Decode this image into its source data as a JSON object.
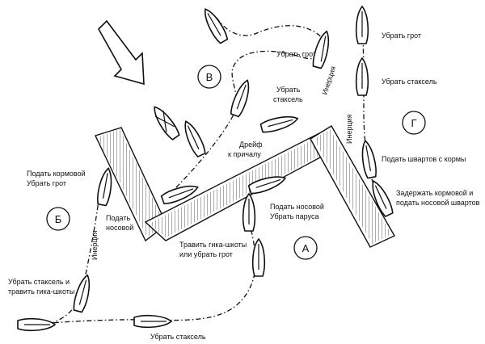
{
  "circles": {
    "a": "А",
    "b": "Б",
    "v": "В",
    "g": "Г"
  },
  "labels": {
    "ubrat_grot_top": "Убрать грот",
    "inerciya_b": "Инерция",
    "ubrat_stаksel_b": [
      "Убрать",
      "стаксель"
    ],
    "dreif": [
      "Дрейф",
      "к причалу"
    ],
    "ubrat_grot_g": "Убрать грот",
    "ubrat_stаksel_g": "Убрать стаксель",
    "inerciya_g": "Инерция",
    "podat_shvartov": "Подать швартов с кормы",
    "zaderzhat": [
      "Задержать кормовой и",
      "подать носовой швартов"
    ],
    "podat_nosovoy_a": [
      "Подать носовой",
      "Убрать паруса"
    ],
    "travit": [
      "Травить гика-шкоты",
      "или убрать грот"
    ],
    "podat_kormovoy": [
      "Подать кормовой",
      "Убрать грот"
    ],
    "podat_nosovoy_b": [
      "Подать",
      "носовой"
    ],
    "inerciya_bb": "Инерция",
    "ubrat_stаksel_travit": [
      "Убрать стаксель и",
      "травить гика-шкоты"
    ],
    "ubrat_stаksel_bottom": "Убрать стаксель"
  },
  "icons": {
    "wind": "wind-arrow-icon",
    "boat": "sailboat-icon",
    "pier": "pier-icon"
  },
  "colors": {
    "ink": "#111111",
    "paper": "#ffffff"
  }
}
